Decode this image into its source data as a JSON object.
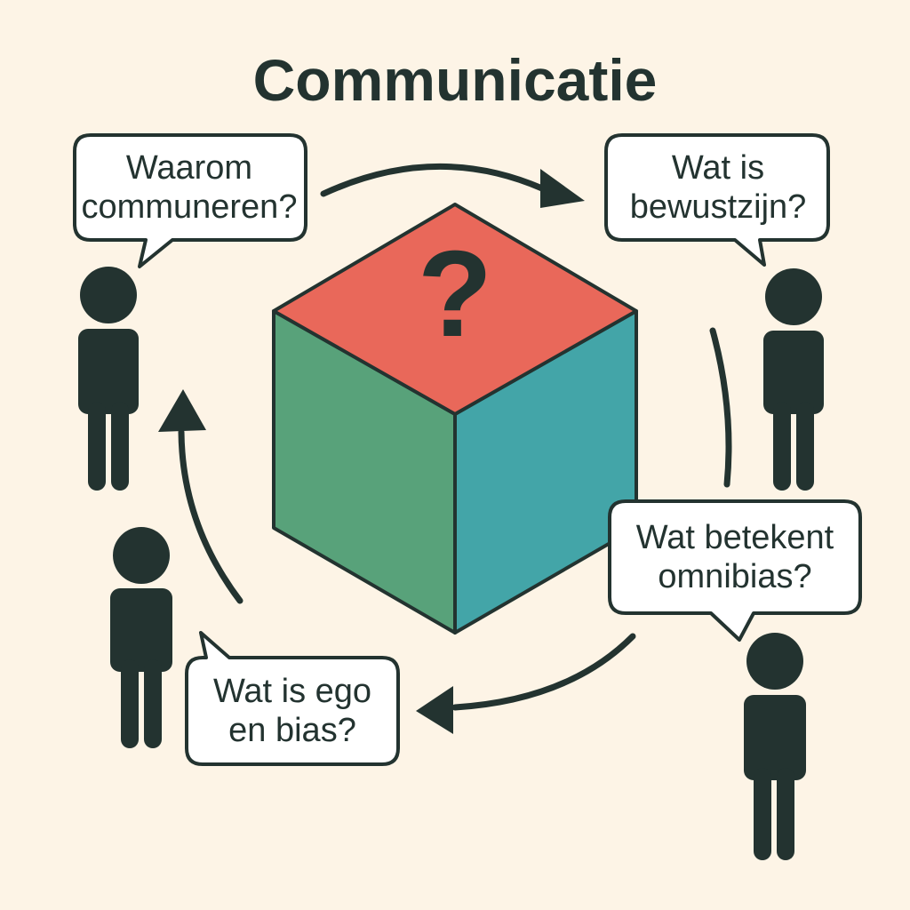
{
  "title": "Communicatie",
  "cube": {
    "symbol": "?",
    "colors": {
      "top": "#e9685a",
      "left": "#58a27a",
      "right": "#43a5a8",
      "outline": "#233330"
    }
  },
  "colors": {
    "background": "#fdf4e6",
    "ink": "#233330",
    "bubble_fill": "#ffffff"
  },
  "questions": [
    {
      "id": "q-top-left",
      "lines": [
        "Waarom",
        "communeren?"
      ]
    },
    {
      "id": "q-top-right",
      "lines": [
        "Wat is",
        "bewustzijn?"
      ]
    },
    {
      "id": "q-right",
      "lines": [
        "Wat betekent",
        "omnibias?"
      ]
    },
    {
      "id": "q-bottom-left",
      "lines": [
        "Wat is ego",
        "en bias?"
      ]
    }
  ],
  "icons": [
    "person-icon",
    "speech-bubble-icon",
    "curved-arrow-icon",
    "question-cube-icon"
  ]
}
